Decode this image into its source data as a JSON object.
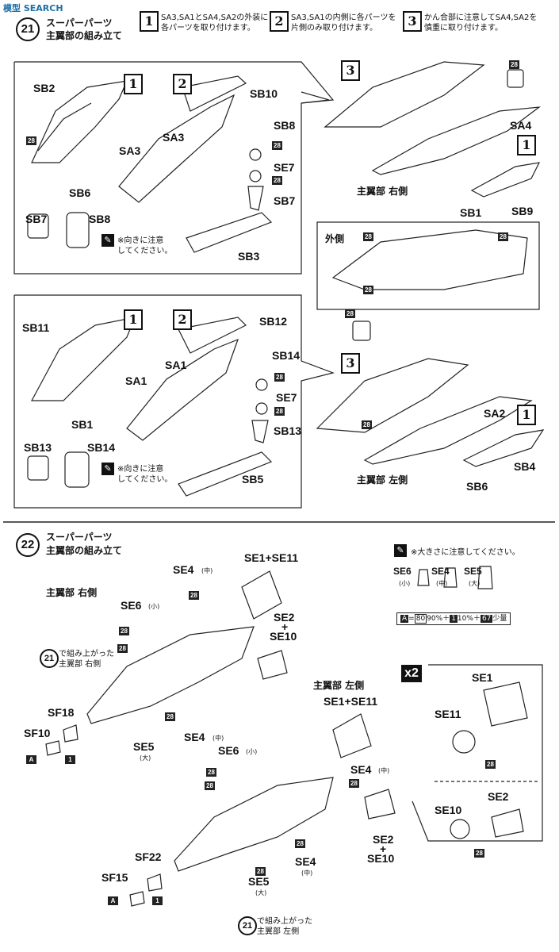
{
  "watermark": "模型 SEARCH",
  "step21": {
    "title_line1": "スーパーパーツ",
    "title_line2": "主翼部の組み立て",
    "instructions": [
      {
        "num": "1",
        "text_line1": "SA3,SA1とSA4,SA2の外装に",
        "text_line2": "各パーツを取り付けます。"
      },
      {
        "num": "2",
        "text_line1": "SA3,SA1の内側に各パーツを",
        "text_line2": "片側のみ取り付けます。"
      },
      {
        "num": "3",
        "text_line1": "かん合部に注意してSA4,SA2を",
        "text_line2": "慎重に取り付けます。"
      }
    ],
    "right_wing": {
      "label": "主翼部 右側",
      "outer_label": "外側",
      "caution_line1": "※向きに注意",
      "caution_line2": "してください。",
      "parts": [
        "SB2",
        "SA3",
        "SB6",
        "SB10",
        "SB8",
        "SE7",
        "SB7",
        "SB3",
        "SA4",
        "SB1",
        "SB9",
        "SB7",
        "SB8",
        "SA3"
      ]
    },
    "left_wing": {
      "label": "主翼部 左側",
      "caution_line1": "※向きに注意",
      "caution_line2": "してください。",
      "parts": [
        "SB11",
        "SA1",
        "SB1",
        "SB12",
        "SB14",
        "SE7",
        "SB13",
        "SB5",
        "SA2",
        "SB4",
        "SB6",
        "SB13",
        "SB14",
        "SA1"
      ]
    },
    "paint_code": "28",
    "step_nums": [
      "1",
      "2",
      "3"
    ]
  },
  "step22": {
    "number": "22",
    "title_line1": "スーパーパーツ",
    "title_line2": "主翼部の組み立て",
    "size_caution": "※大きさに注意してください。",
    "size_legend": [
      {
        "part": "SE6",
        "size": "(小)"
      },
      {
        "part": "SE4",
        "size": "(中)"
      },
      {
        "part": "SE5",
        "size": "(大)"
      }
    ],
    "color_mix": {
      "a": "A",
      "eq": "=",
      "c80": "80",
      "p1": "90%＋",
      "c1": "1",
      "p2": "10%＋",
      "c67": "67",
      "p3": "少量"
    },
    "right_label": "主翼部 右側",
    "left_label": "主翼部 左側",
    "ref_step": "21",
    "ref_text_r1": "で組み上がった",
    "ref_text_r2": "主翼部 右側",
    "ref_text_l1": "で組み上がった",
    "ref_text_l2": "主翼部 左側",
    "multiplier": "x2",
    "parts_right": {
      "se4_top": "SE4",
      "se4_top_size": "(中)",
      "se1_se11": "SE1+SE11",
      "se6": "SE6",
      "se6_size": "(小)",
      "se2": "SE2",
      "plus": "+",
      "se10": "SE10",
      "sf18": "SF18",
      "sf10": "SF10",
      "se5": "SE5",
      "se5_size": "(大)",
      "se4_bot": "SE4",
      "se4_bot_size": "(中)"
    },
    "parts_left": {
      "se1_se11": "SE1+SE11",
      "se6": "SE6",
      "se6_size": "(小)",
      "se4": "SE4",
      "se4_size": "(中)",
      "se2": "SE2",
      "plus": "+",
      "se10": "SE10",
      "sf22": "SF22",
      "sf15": "SF15",
      "se5": "SE5",
      "se5_size": "(大)",
      "se4_bot": "SE4",
      "se4_bot_size": "(中)"
    },
    "detail_parts": {
      "se1": "SE1",
      "se11": "SE11",
      "se2": "SE2",
      "se10": "SE10"
    },
    "color_a": "A",
    "color_1": "1",
    "paint_code": "28"
  }
}
